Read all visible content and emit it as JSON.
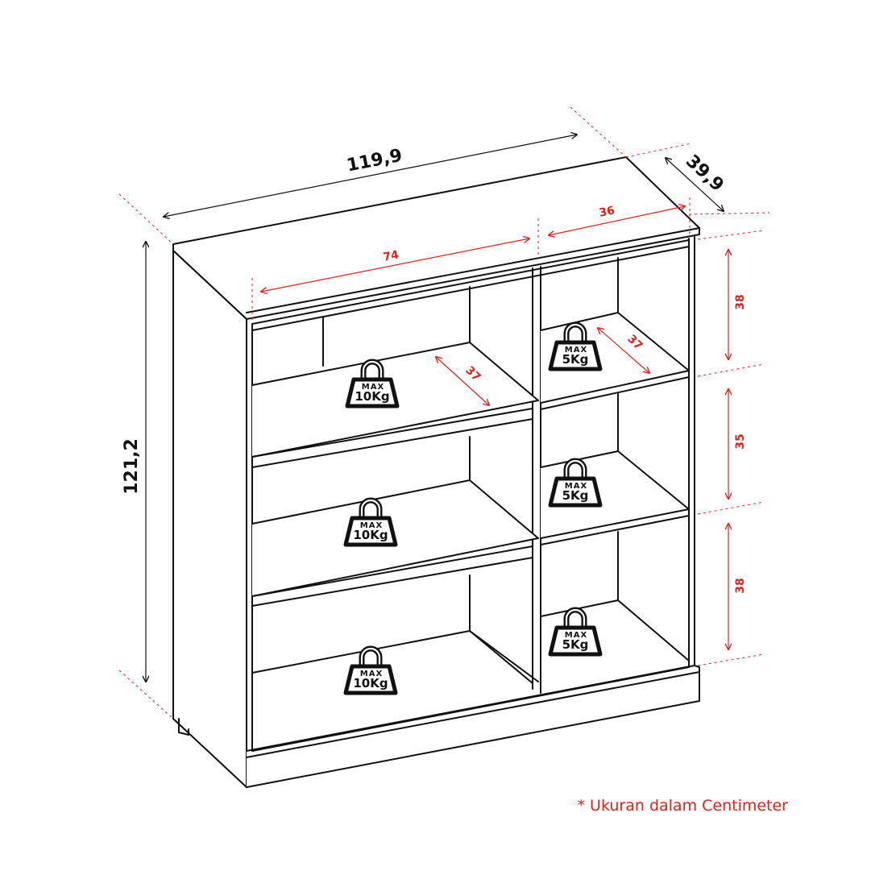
{
  "dimensions": {
    "width": "119,9",
    "depth": "39,9",
    "height": "121,2",
    "inner_width_left": "74",
    "inner_width_right": "36",
    "shelf_depth_left": "37",
    "shelf_depth_right": "37",
    "right_heights": [
      "38",
      "35",
      "38"
    ]
  },
  "weights": {
    "max_label": "MAX",
    "left": [
      "10Kg",
      "10Kg",
      "10Kg"
    ],
    "right": [
      "5Kg",
      "5Kg",
      "5Kg"
    ]
  },
  "note": "* Ukuran dalam Centimeter",
  "colors": {
    "line": "#111111",
    "accent": "#e0201b"
  },
  "icon": "weight-icon"
}
